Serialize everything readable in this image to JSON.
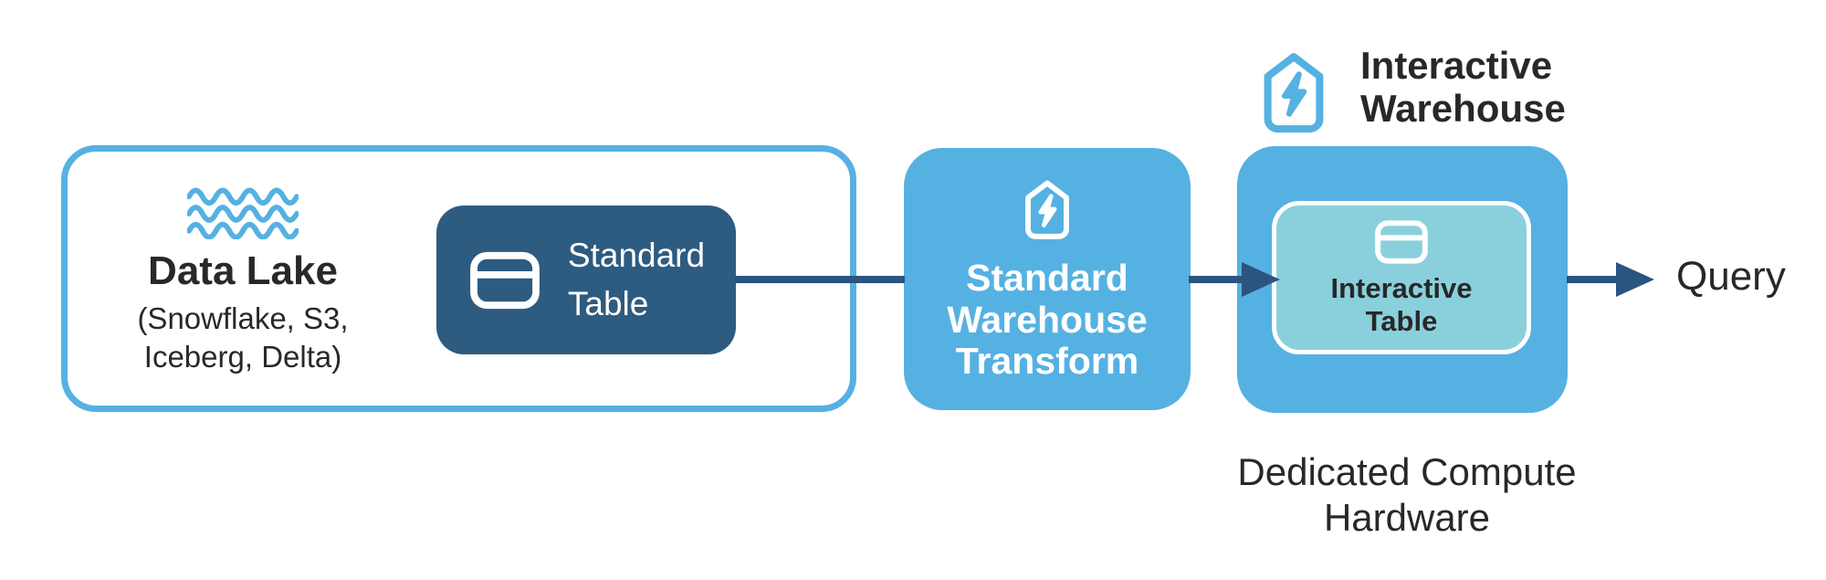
{
  "colors": {
    "light_blue": "#55B1E2",
    "dark_blue": "#2E5B80",
    "navy": "#2B5480",
    "teal": "#8AD0DC",
    "text_dark": "#282828",
    "white": "#FFFFFF"
  },
  "data_lake": {
    "title": "Data Lake",
    "subtitle_line1": "(Snowflake, S3,",
    "subtitle_line2": "Iceberg, Delta)",
    "icon": "waves-icon"
  },
  "standard_table": {
    "label_line1": "Standard",
    "label_line2": "Table",
    "icon": "table-icon"
  },
  "standard_warehouse_transform": {
    "label_line1": "Standard",
    "label_line2": "Warehouse",
    "label_line3": "Transform",
    "icon": "house-bolt-icon"
  },
  "interactive_warehouse": {
    "header_line1": "Interactive",
    "header_line2": "Warehouse",
    "header_icon": "house-bolt-icon",
    "caption_line1": "Dedicated Compute",
    "caption_line2": "Hardware"
  },
  "interactive_table": {
    "label_line1": "Interactive",
    "label_line2": "Table",
    "icon": "table-icon"
  },
  "flow": {
    "query_label": "Query",
    "arrow_icon": "arrowhead-icon"
  }
}
